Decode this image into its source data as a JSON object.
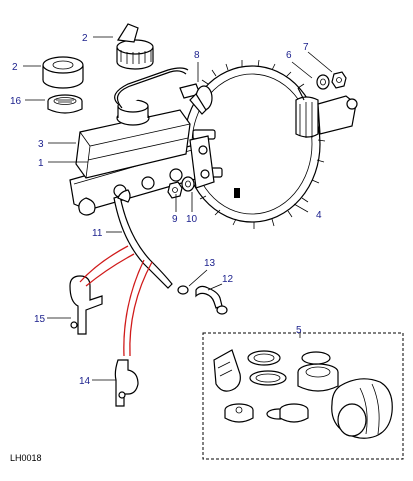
{
  "diagram": {
    "reference_code": "LH0018",
    "callouts": [
      "1",
      "2",
      "2",
      "3",
      "4",
      "5",
      "6",
      "7",
      "8",
      "9",
      "10",
      "11",
      "12",
      "13",
      "14",
      "15",
      "16"
    ],
    "colors": {
      "callout_text": "#1a1f8c",
      "clip_lines": "#d01a1a",
      "line_art": "#000000"
    }
  }
}
